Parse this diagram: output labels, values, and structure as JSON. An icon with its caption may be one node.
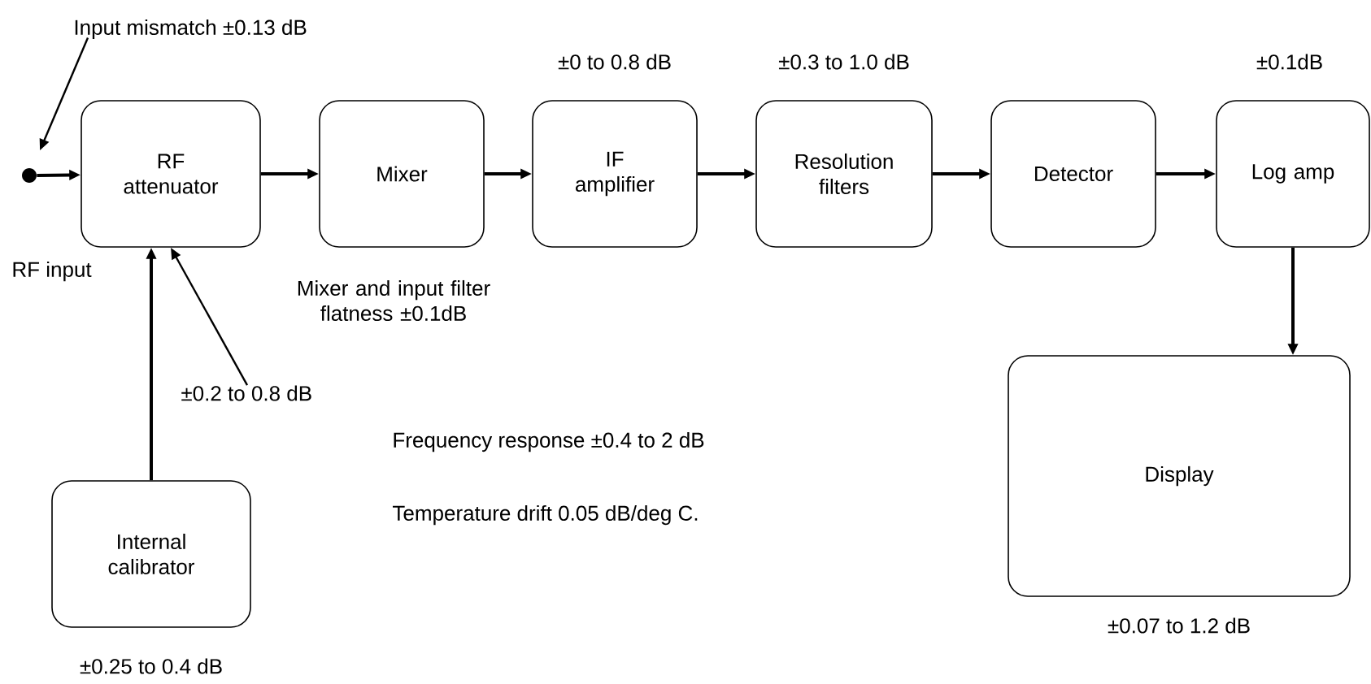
{
  "diagram": {
    "nodes": [
      {
        "text": [],
        "shape": "circle"
      },
      {
        "text": [
          "RF attenuator"
        ]
      },
      {
        "text": [
          "Mixer"
        ]
      },
      {
        "text": [
          "IF amplifier"
        ],
        "beside": [
          "±0 to 0.8 dB"
        ]
      },
      {
        "text": [
          "Resolution filters"
        ],
        "beside": [
          "±0.3 to 1.0 dB"
        ]
      },
      {
        "text": [
          "Detector"
        ]
      },
      {
        "text": [
          "Log amp"
        ],
        "beside": [
          "±0.1dB"
        ]
      },
      {
        "text": [
          "Display"
        ],
        "beside": [
          "±0.07 to 1.2 dB"
        ]
      },
      {
        "text": [
          "Internal calibrator"
        ],
        "beside": [
          "±0.25 to 0.4 dB"
        ]
      },
      {
        "text": [
          "Input mismatch ±0.13 dB"
        ]
      },
      {
        "text": [
          "±0.2 to 0.8 dB"
        ]
      }
    ],
    "edges": [
      {
        "from": 9,
        "to": 0,
        "arrow": "to"
      },
      {
        "from": 0,
        "to": 1,
        "arrow": "to"
      },
      {
        "from": 1,
        "to": 2,
        "arrow": "to"
      },
      {
        "from": 2,
        "to": 3,
        "arrow": "to"
      },
      {
        "from": 3,
        "to": 4,
        "arrow": "to"
      },
      {
        "from": 4,
        "to": 5,
        "arrow": "to"
      },
      {
        "from": 5,
        "to": 6,
        "arrow": "to"
      },
      {
        "from": 6,
        "to": 7,
        "arrow": "to"
      },
      {
        "from": 8,
        "to": 1,
        "arrow": "to"
      },
      {
        "from": 10,
        "to": 1,
        "arrow": "to"
      }
    ],
    "labels": [
      "RF input",
      "Mixer and input filter flatness ±0.1dB",
      "Frequency response ±0.4 to 2 dB",
      "Temperature drift 0.05 dB/deg C."
    ]
  }
}
